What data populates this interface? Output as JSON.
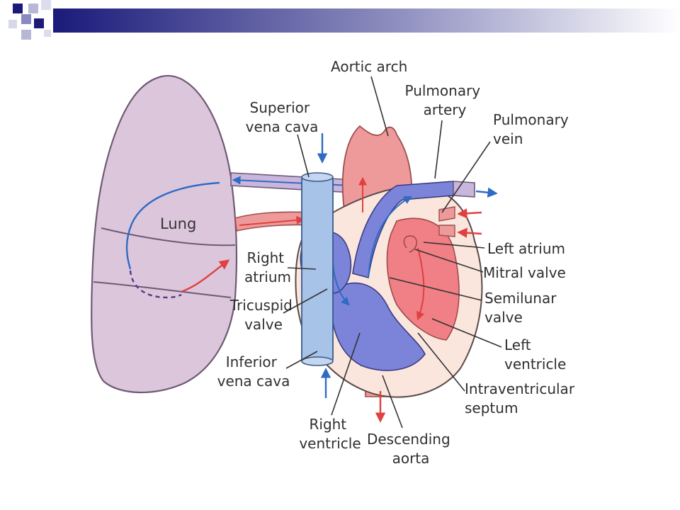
{
  "colors": {
    "header_dark": "#1a1a7a",
    "header_light": "#ffffff",
    "lung": "#dcc6dc",
    "vein_blue": "#a8c3e8",
    "artery_red": "#ef9a9a",
    "heart_outer": "#fbe6dd",
    "deoxygenated_chamber": "#7b84d9",
    "oxygenated_chamber": "#f07f86",
    "flow_blue": "#2f6bc4",
    "flow_red": "#e0403f"
  },
  "labels": {
    "aortic_arch": "Aortic arch",
    "pulmonary_artery": [
      "Pulmonary",
      "artery"
    ],
    "pulmonary_vein": [
      "Pulmonary",
      "vein"
    ],
    "superior_vena_cava": [
      "Superior",
      "vena cava"
    ],
    "lung": "Lung",
    "right_atrium": [
      "Right",
      "atrium"
    ],
    "tricuspid_valve": [
      "Tricuspid",
      "valve"
    ],
    "inferior_vena_cava": [
      "Inferior",
      "vena cava"
    ],
    "right_ventricle": [
      "Right",
      "ventricle"
    ],
    "descending_aorta": [
      "Descending",
      "aorta"
    ],
    "left_atrium": "Left atrium",
    "mitral_valve": "Mitral valve",
    "semilunar_valve": [
      "Semilunar",
      "valve"
    ],
    "left_ventricle": [
      "Left",
      "ventricle"
    ],
    "intraventricular_septum": [
      "Intraventricular",
      "septum"
    ]
  }
}
